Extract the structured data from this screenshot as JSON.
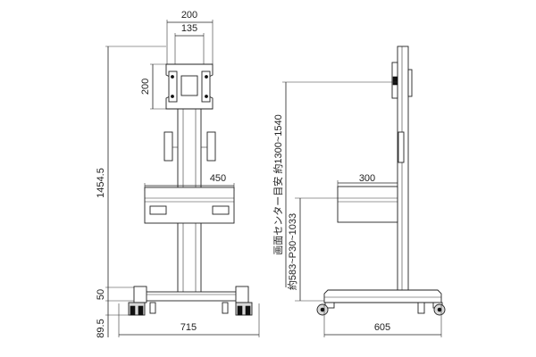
{
  "front_view": {
    "dim_top_width": "200",
    "dim_vesa_width": "135",
    "dim_vesa_height": "200",
    "dim_shelf_width": "450",
    "dim_total_height": "1454.5",
    "dim_base_height": "50",
    "dim_caster_height": "89.5",
    "dim_base_width": "715"
  },
  "side_view": {
    "dim_screen_center": "画面センター目安 約1300~1540",
    "dim_shelf_depth": "300",
    "dim_shelf_height": "約583~P30~1033",
    "dim_base_depth": "605"
  }
}
